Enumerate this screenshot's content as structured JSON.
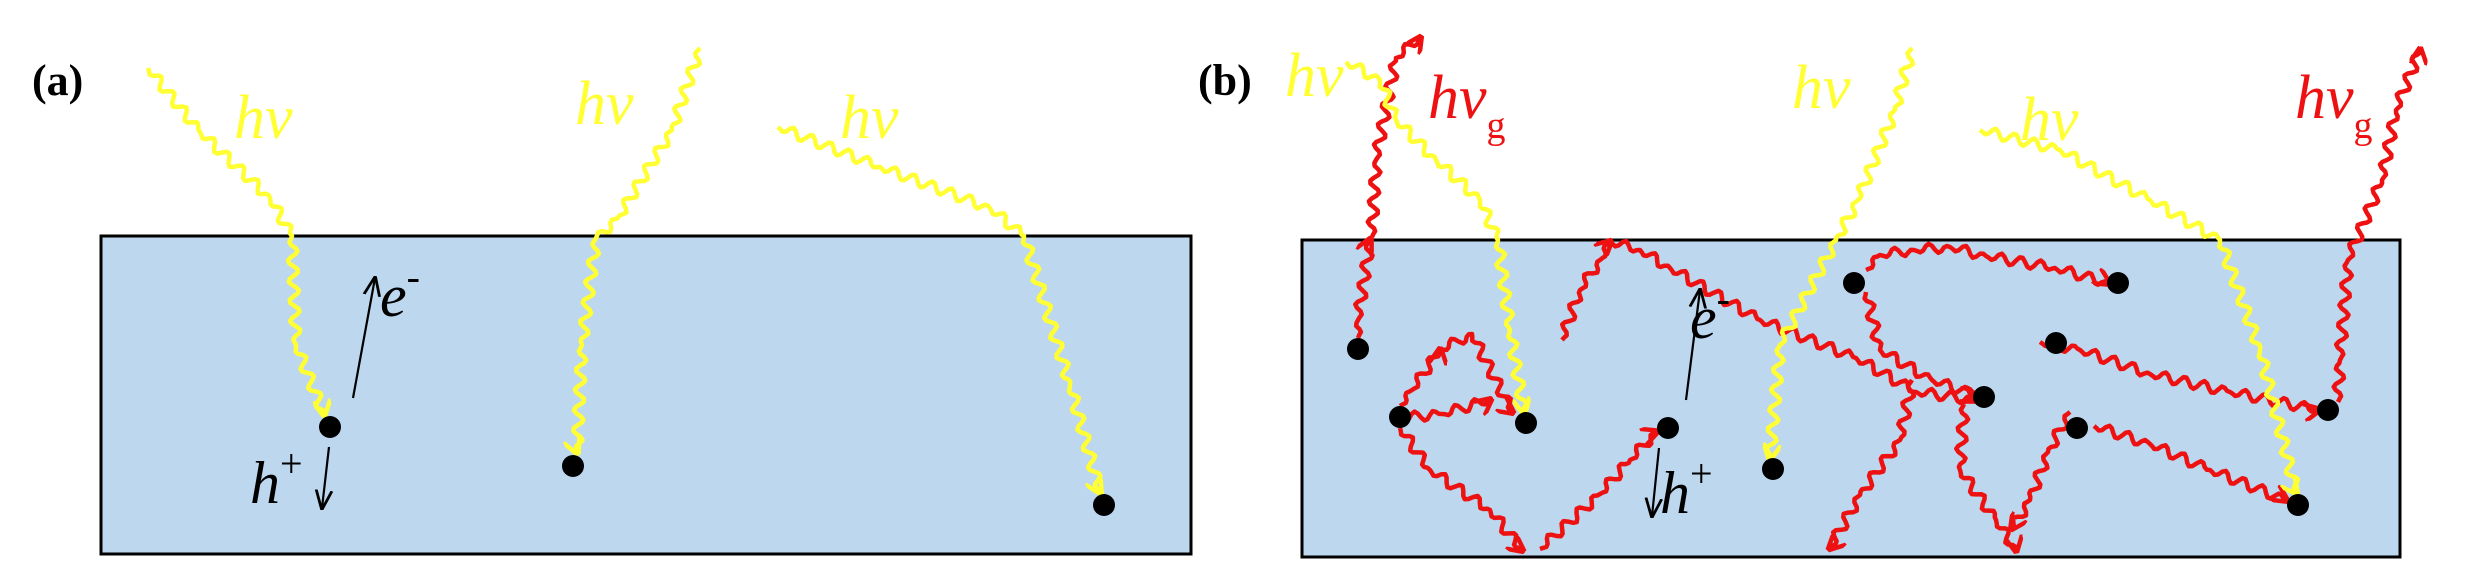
{
  "colors": {
    "incident": "#ffff33",
    "emitted": "#ee1111",
    "slab_fill": "#bdd7ee",
    "slab_stroke": "#000000",
    "defect": "#000000"
  },
  "panels": [
    {
      "id": "a",
      "label": "(a)",
      "photon_labels": [
        "hν",
        "hν",
        "hν"
      ],
      "emitted_labels": [],
      "electron_label": "e",
      "electron_sup": "-",
      "hole_label": "h",
      "hole_sup": "+"
    },
    {
      "id": "b",
      "label": "(b)",
      "photon_labels": [
        "hν",
        "hν",
        "hν"
      ],
      "emitted_labels": [
        {
          "main": "hν",
          "sub": "g"
        },
        {
          "main": "hν",
          "sub": "g"
        }
      ],
      "electron_label": "e",
      "electron_sup": "-",
      "hole_label": "h",
      "hole_sup": "+"
    }
  ]
}
